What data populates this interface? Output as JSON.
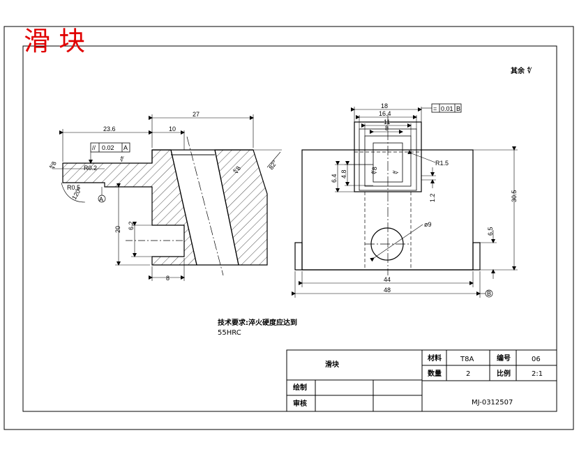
{
  "title_stamp": "滑 块",
  "surface_note": "其余 ∜",
  "dimensions": {
    "d27": "27",
    "d23_6": "23.6",
    "d10": "10",
    "d8_bottom": "8",
    "d20": "20",
    "d6_2": "6.2",
    "r0_2": "R0.2",
    "r0_5": "R0.5",
    "a120": "120°",
    "a8_left": "∜8",
    "a82": "82°",
    "parallel_val": "0.02",
    "parallel_ref": "A",
    "parallel_sym": "//",
    "datum_a": "A",
    "d18": "18",
    "d16_4": "16.4",
    "d11": "11",
    "d8_top": "8",
    "sym_val": "0.01",
    "sym_ref": "B",
    "sym_sym": "=",
    "r1_5": "R1.5",
    "d6_4": "6.4",
    "d4_8": "4.8",
    "d1_2": "1.2",
    "d30_5": "30.5",
    "d_hole": "ø9",
    "d6_5": "6.5",
    "d44": "44",
    "d48": "48",
    "datum_b": "B"
  },
  "tech_req": {
    "line1": "技术要求:淬火硬度应达到",
    "line2": "55HRC"
  },
  "title_block": {
    "part_name": "滑块",
    "material_label": "材料",
    "material_value": "T8A",
    "number_label": "编号",
    "number_value": "06",
    "qty_label": "数量",
    "qty_value": "2",
    "scale_label": "比例",
    "scale_value": "2:1",
    "drawn_label": "绘制",
    "checked_label": "审核",
    "drawing_no": "MJ-0312507"
  }
}
